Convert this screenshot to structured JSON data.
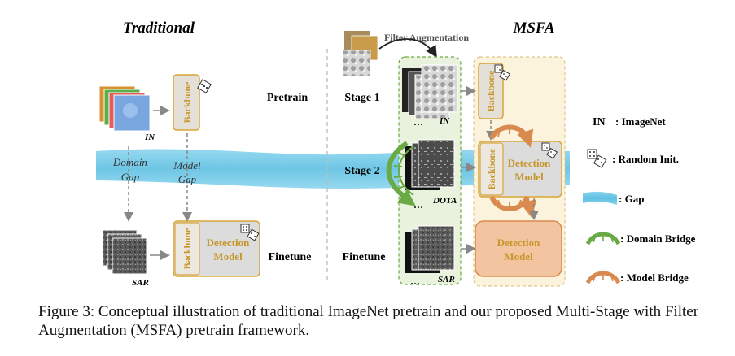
{
  "traditional": {
    "title": "Traditional",
    "in_label": "IN",
    "sar_label": "SAR",
    "backbone": "Backbone",
    "detection_model": [
      "Detection",
      "Model"
    ],
    "domain_gap": [
      "Domain",
      "Gap"
    ],
    "model_gap": [
      "Model",
      "Gap"
    ]
  },
  "middle": {
    "pretrain": "Pretrain",
    "finetune_left": "Finetune",
    "stage1": "Stage 1",
    "stage2": "Stage 2",
    "finetune_right": "Finetune"
  },
  "msfa": {
    "title": "MSFA",
    "filter_augmentation": "Filter Augmentation",
    "in_label": "IN",
    "dota_label": "DOTA",
    "sar_label": "SAR",
    "backbone": "Backbone",
    "detection_model": [
      "Detection",
      "Model"
    ]
  },
  "legend": {
    "in_key": "IN",
    "in_text": ": ImageNet",
    "random_init": ": Random Init.",
    "gap": ": Gap",
    "domain_bridge": ": Domain Bridge",
    "model_bridge": ": Model Bridge"
  },
  "colors": {
    "orange_text": "#c8952a",
    "backbone_fill": "#e4e0d8",
    "gap_blue": "#5fbfe0",
    "green_bridge": "#6aaa44",
    "orange_bridge": "#d98a4e",
    "msfa_bg": "#fcf3dc",
    "detection_final_fill": "#f2c4a0"
  },
  "caption": "Figure 3: Conceptual illustration of traditional ImageNet pretrain and our proposed Multi-Stage with Filter Augmentation (MSFA) pretrain framework."
}
